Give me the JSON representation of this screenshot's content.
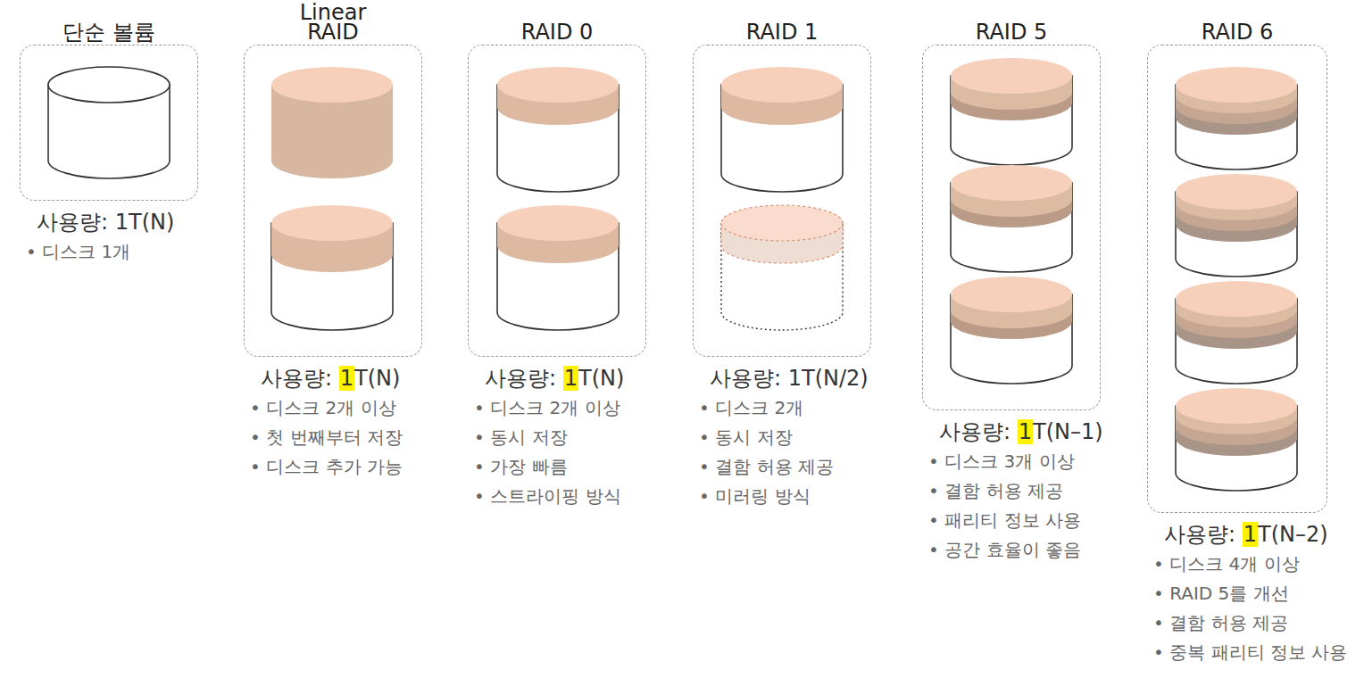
{
  "diagram": {
    "nodes": [
      {
        "text": [
          "단순 볼륨",
          "사용량: 1T(N)",
          "• 디스크 1개"
        ]
      },
      {
        "text": [
          "Linear RAID",
          "사용량: 1T(N)",
          "• 디스크 2개 이상",
          "• 첫 번째부터 저장",
          "• 디스크 추가 가능"
        ]
      },
      {
        "text": [
          "RAID 0",
          "사용량: 1T(N)",
          "• 디스크 2개 이상",
          "• 동시 저장",
          "• 가장 빠름",
          "• 스트라이핑 방식"
        ]
      },
      {
        "text": [
          "RAID 1",
          "사용량: 1T(N/2)",
          "• 디스크 2개",
          "• 동시 저장",
          "• 결함 허용 제공",
          "• 미러링 방식"
        ]
      },
      {
        "text": [
          "RAID 5",
          "사용량: 1T(N–1)",
          "• 디스크 3개 이상",
          "• 결함 허용 제공",
          "• 패리티 정보 사용",
          "• 공간 효율이 좋음"
        ]
      },
      {
        "text": [
          "RAID 6",
          "사용량: 1T(N–2)",
          "• 디스크 4개 이상",
          "• RAID 5를 개선",
          "• 결함 허용 제공",
          "• 중복 패리티 정보 사용"
        ]
      }
    ]
  }
}
